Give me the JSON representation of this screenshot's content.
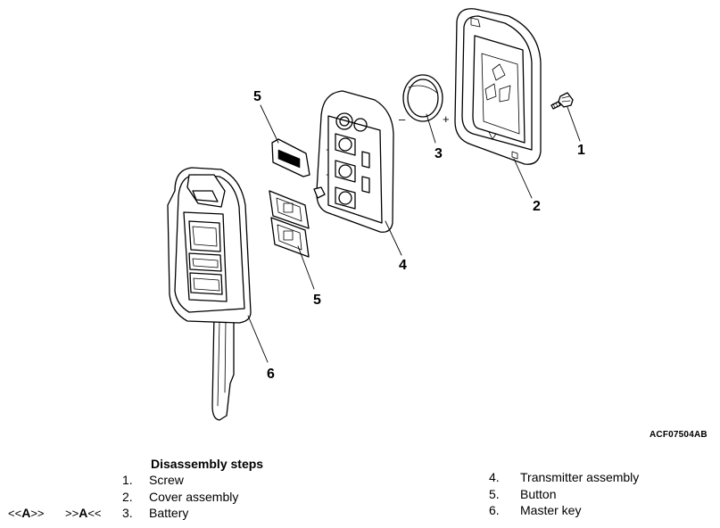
{
  "figure": {
    "callouts": [
      "1",
      "2",
      "3",
      "4",
      "5",
      "5",
      "6"
    ],
    "battery_polarity": {
      "negative": "–",
      "positive": "+"
    },
    "figure_id": "ACF07504AB"
  },
  "steps_title": "Disassembly steps",
  "steps": [
    {
      "num": "1.",
      "label": "Screw"
    },
    {
      "num": "2.",
      "label": "Cover assembly"
    },
    {
      "num": "3.",
      "label": "Battery"
    },
    {
      "num": "4.",
      "label": "Transmitter assembly"
    },
    {
      "num": "5.",
      "label": "Button"
    },
    {
      "num": "6.",
      "label": "Master key"
    }
  ],
  "service_refs": {
    "removal": {
      "open": "<<",
      "letter": "A",
      "close": ">>"
    },
    "installation": {
      "open": ">>",
      "letter": "A",
      "close": "<<"
    }
  }
}
